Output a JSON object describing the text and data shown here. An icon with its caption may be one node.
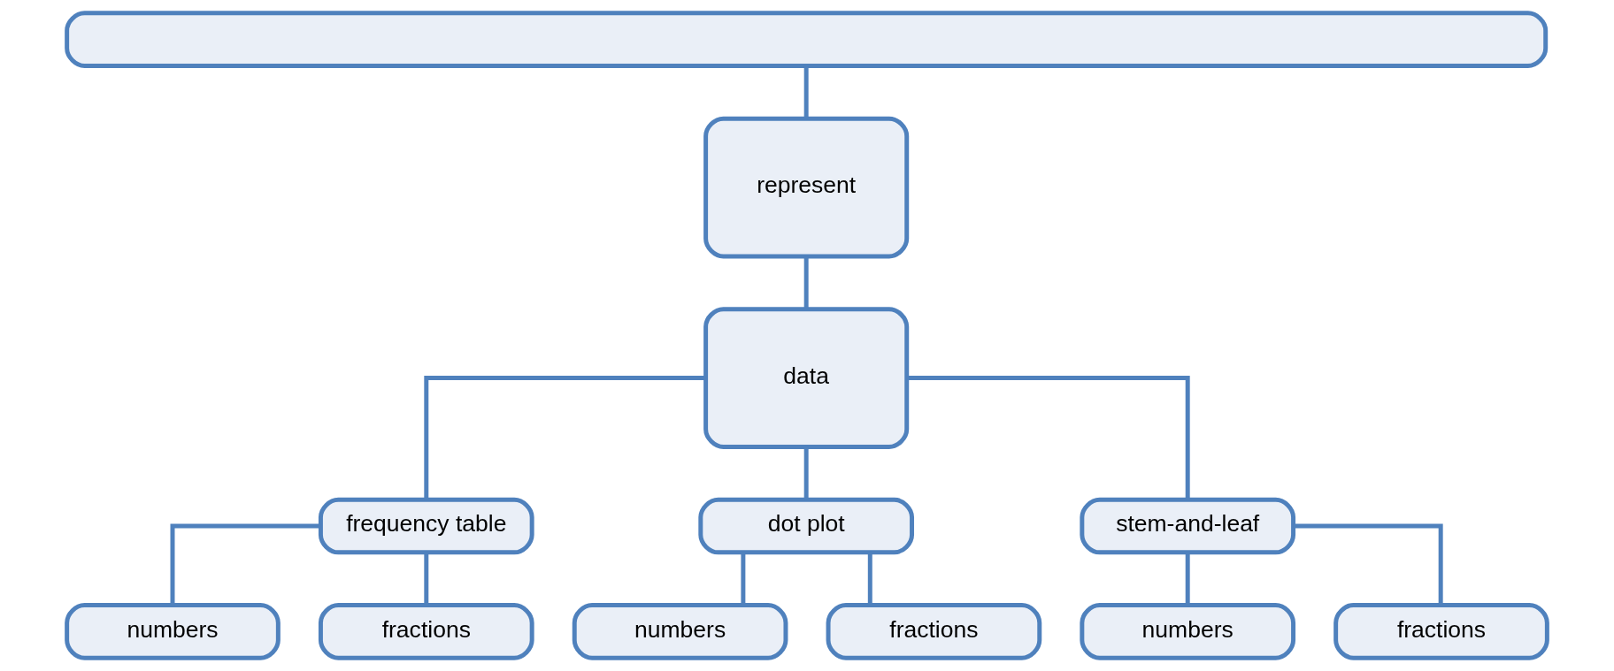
{
  "diagram": {
    "nodes": [
      {
        "text": [],
        "shape": "box"
      },
      {
        "text": [
          "represent"
        ]
      },
      {
        "text": [
          "data"
        ]
      },
      {
        "text": [
          "frequency table"
        ]
      },
      {
        "text": [
          "dot plot"
        ]
      },
      {
        "text": [
          "stem-and-leaf"
        ]
      },
      {
        "text": [
          "numbers"
        ]
      },
      {
        "text": [
          "fractions"
        ]
      },
      {
        "text": [
          "numbers"
        ]
      },
      {
        "text": [
          "fractions"
        ]
      },
      {
        "text": [
          "numbers"
        ]
      },
      {
        "text": [
          "fractions"
        ]
      }
    ],
    "edges": [
      {
        "from": 0,
        "to": 1,
        "arrow": "none"
      },
      {
        "from": 1,
        "to": 2,
        "arrow": "none"
      },
      {
        "from": 2,
        "to": 3,
        "arrow": "none"
      },
      {
        "from": 2,
        "to": 4,
        "arrow": "none"
      },
      {
        "from": 2,
        "to": 5,
        "arrow": "none"
      },
      {
        "from": 3,
        "to": 6,
        "arrow": "none"
      },
      {
        "from": 3,
        "to": 7,
        "arrow": "none"
      },
      {
        "from": 4,
        "to": 8,
        "arrow": "none"
      },
      {
        "from": 4,
        "to": 9,
        "arrow": "none"
      },
      {
        "from": 5,
        "to": 10,
        "arrow": "none"
      },
      {
        "from": 5,
        "to": 11,
        "arrow": "none"
      }
    ]
  }
}
